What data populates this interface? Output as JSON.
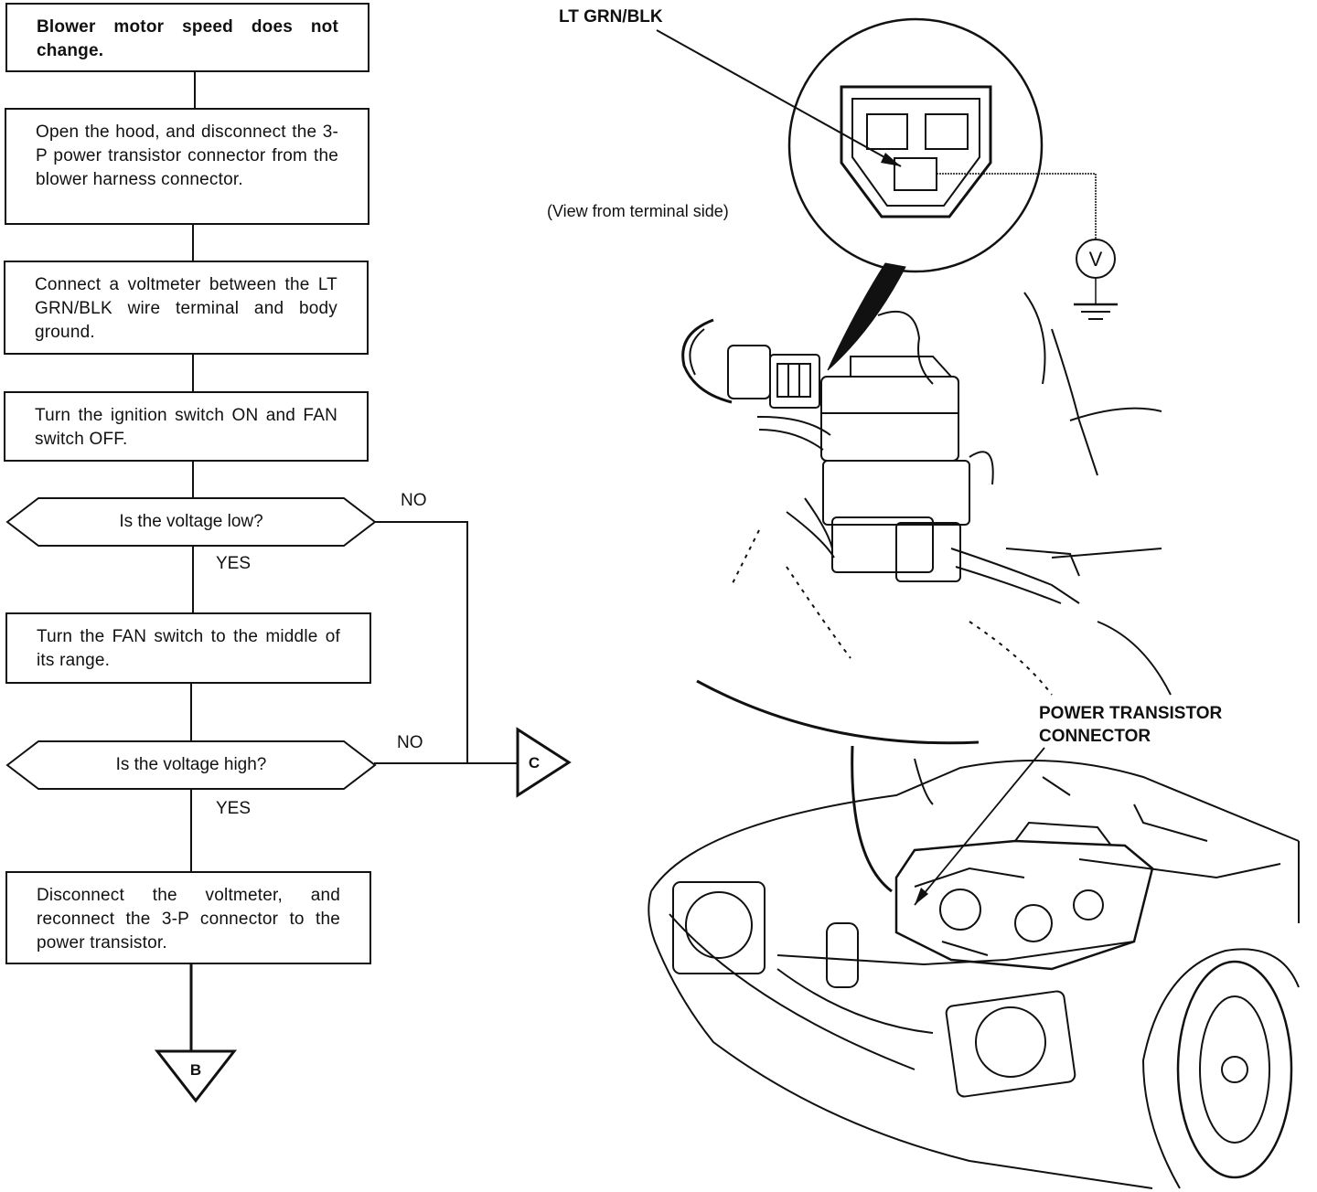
{
  "flowchart": {
    "steps": [
      {
        "text": "Blower motor speed does not change."
      },
      {
        "text": "Open the hood, and disconnect the 3-P power transistor connector from the blower harness connector."
      },
      {
        "text": "Connect a voltmeter between the LT GRN/BLK wire terminal and body ground."
      },
      {
        "text": "Turn the ignition switch ON and FAN switch OFF."
      },
      {
        "text": "Turn the FAN switch to the middle of its range."
      },
      {
        "text": "Disconnect the voltmeter, and reconnect the 3-P connector to the power transistor."
      }
    ],
    "decisions": [
      {
        "text": "Is the voltage low?",
        "yes": "YES",
        "no": "NO"
      },
      {
        "text": "Is the voltage high?",
        "yes": "YES",
        "no": "NO"
      }
    ],
    "connectors": {
      "bottom": "B",
      "right": "C"
    }
  },
  "illustration": {
    "wire_label": "LT GRN/BLK",
    "view_note": "(View from terminal side)",
    "meter_symbol": "V",
    "component_label_line1": "POWER TRANSISTOR",
    "component_label_line2": "CONNECTOR"
  },
  "colors": {
    "ink": "#111111",
    "paper": "#ffffff"
  }
}
